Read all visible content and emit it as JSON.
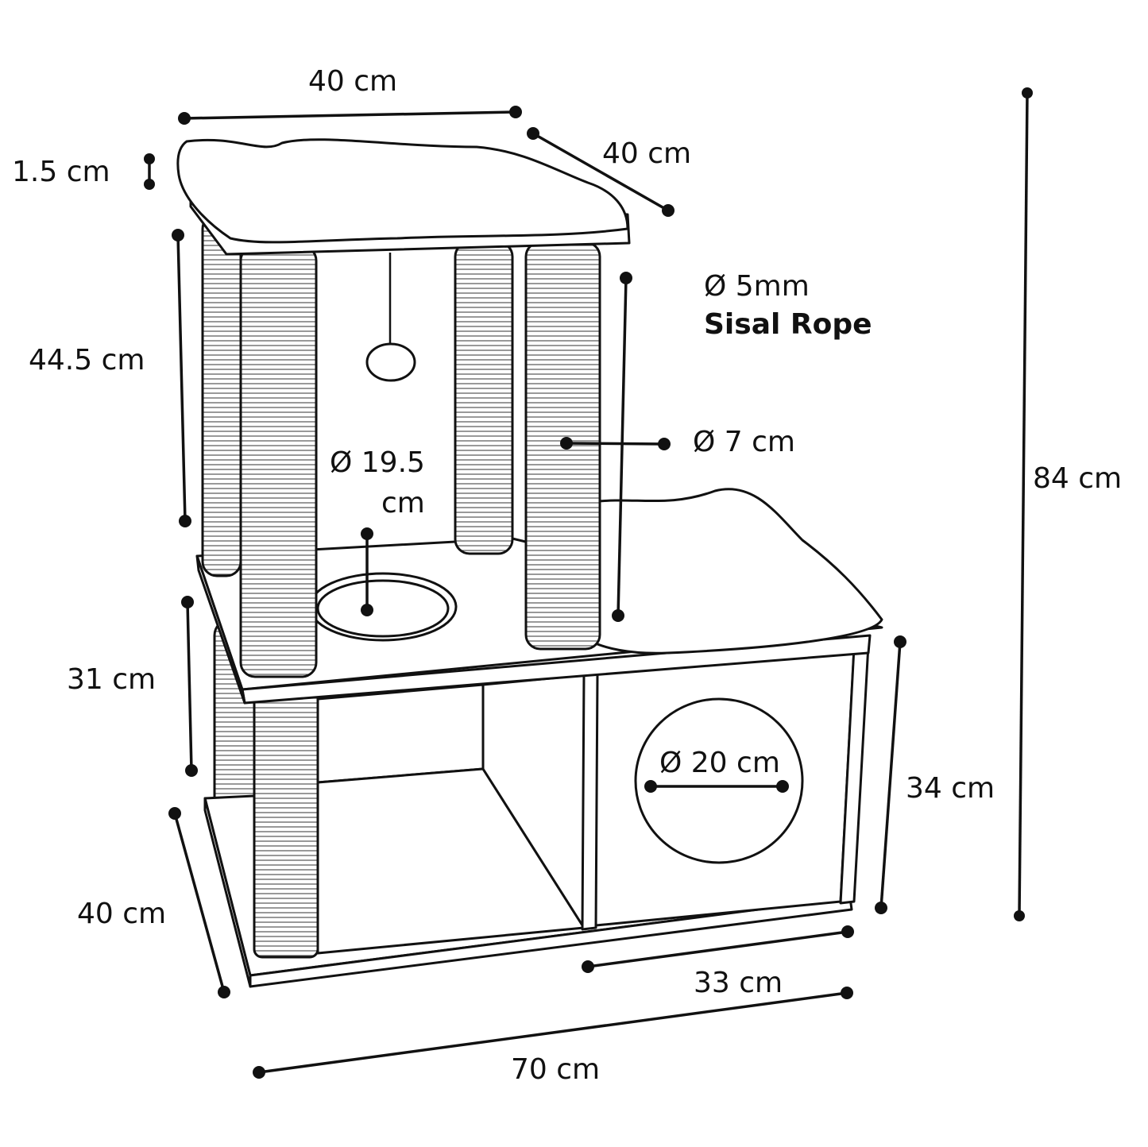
{
  "title": "Cat tree dimensions",
  "labels": {
    "top_width": "40 cm",
    "top_depth": "40 cm",
    "platform_thickness": "1.5 cm",
    "upper_height": "44.5 cm",
    "rope_size": "Ø 5mm",
    "rope_type": "Sisal Rope",
    "post_diameter": "Ø 7 cm",
    "bowl_diameter_1": "Ø 19.5",
    "bowl_diameter_2": "cm",
    "total_height": "84 cm",
    "lower_height": "31 cm",
    "box_height": "34 cm",
    "door_diameter": "Ø 20 cm",
    "base_depth": "40 cm",
    "box_width": "33 cm",
    "base_width": "70 cm"
  },
  "colors": {
    "line": "#111111",
    "background": "#ffffff"
  }
}
